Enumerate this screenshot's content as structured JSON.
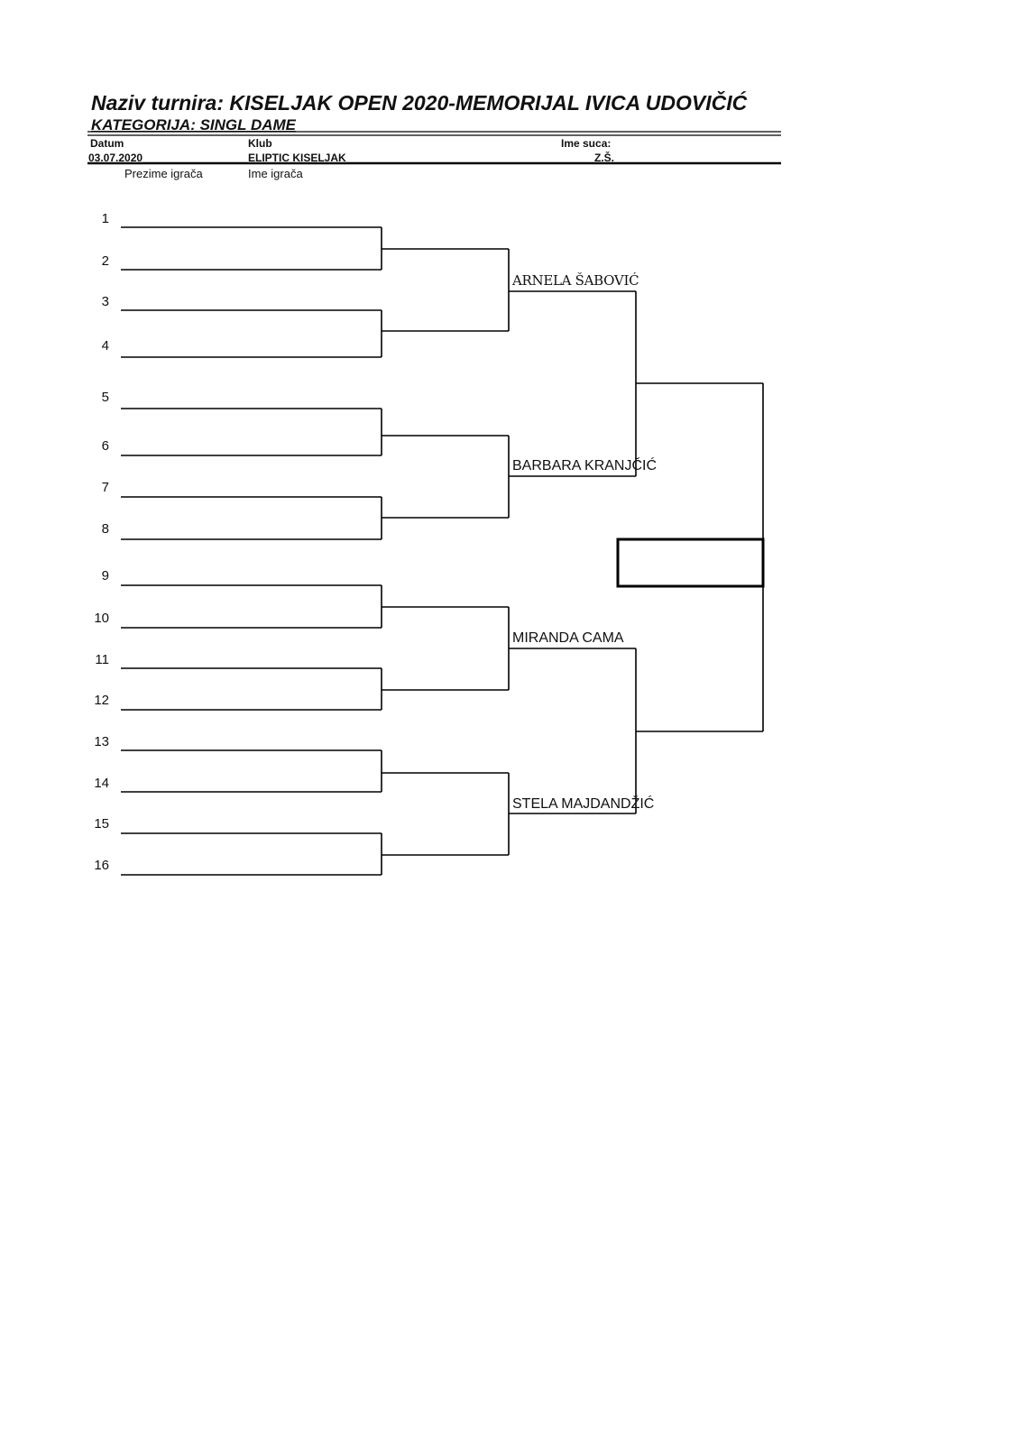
{
  "header": {
    "title": "Naziv turnira: KISELJAK OPEN 2020-MEMORIJAL IVICA UDOVIČIĆ",
    "category": "KATEGORIJA: SINGL DAME",
    "date_label": "Datum",
    "date_value": "03.07.2020",
    "club_label": "Klub",
    "club_value": "ELIPTIC KISELJAK",
    "referee_label": "Ime suca:",
    "referee_value": "Z.Š.",
    "surname_label": "Prezime igrača",
    "name_label": "Ime igrača"
  },
  "draw": {
    "slots": [
      "1",
      "2",
      "3",
      "4",
      "5",
      "6",
      "7",
      "8",
      "9",
      "10",
      "11",
      "12",
      "13",
      "14",
      "15",
      "16"
    ],
    "quarterfinal_winners": [
      "ARNELA ŠABOVIĆ",
      "BARBARA KRANJČIĆ",
      "MIRANDA CAMA",
      "STELA MAJDANDŽIĆ"
    ],
    "champion": ""
  }
}
